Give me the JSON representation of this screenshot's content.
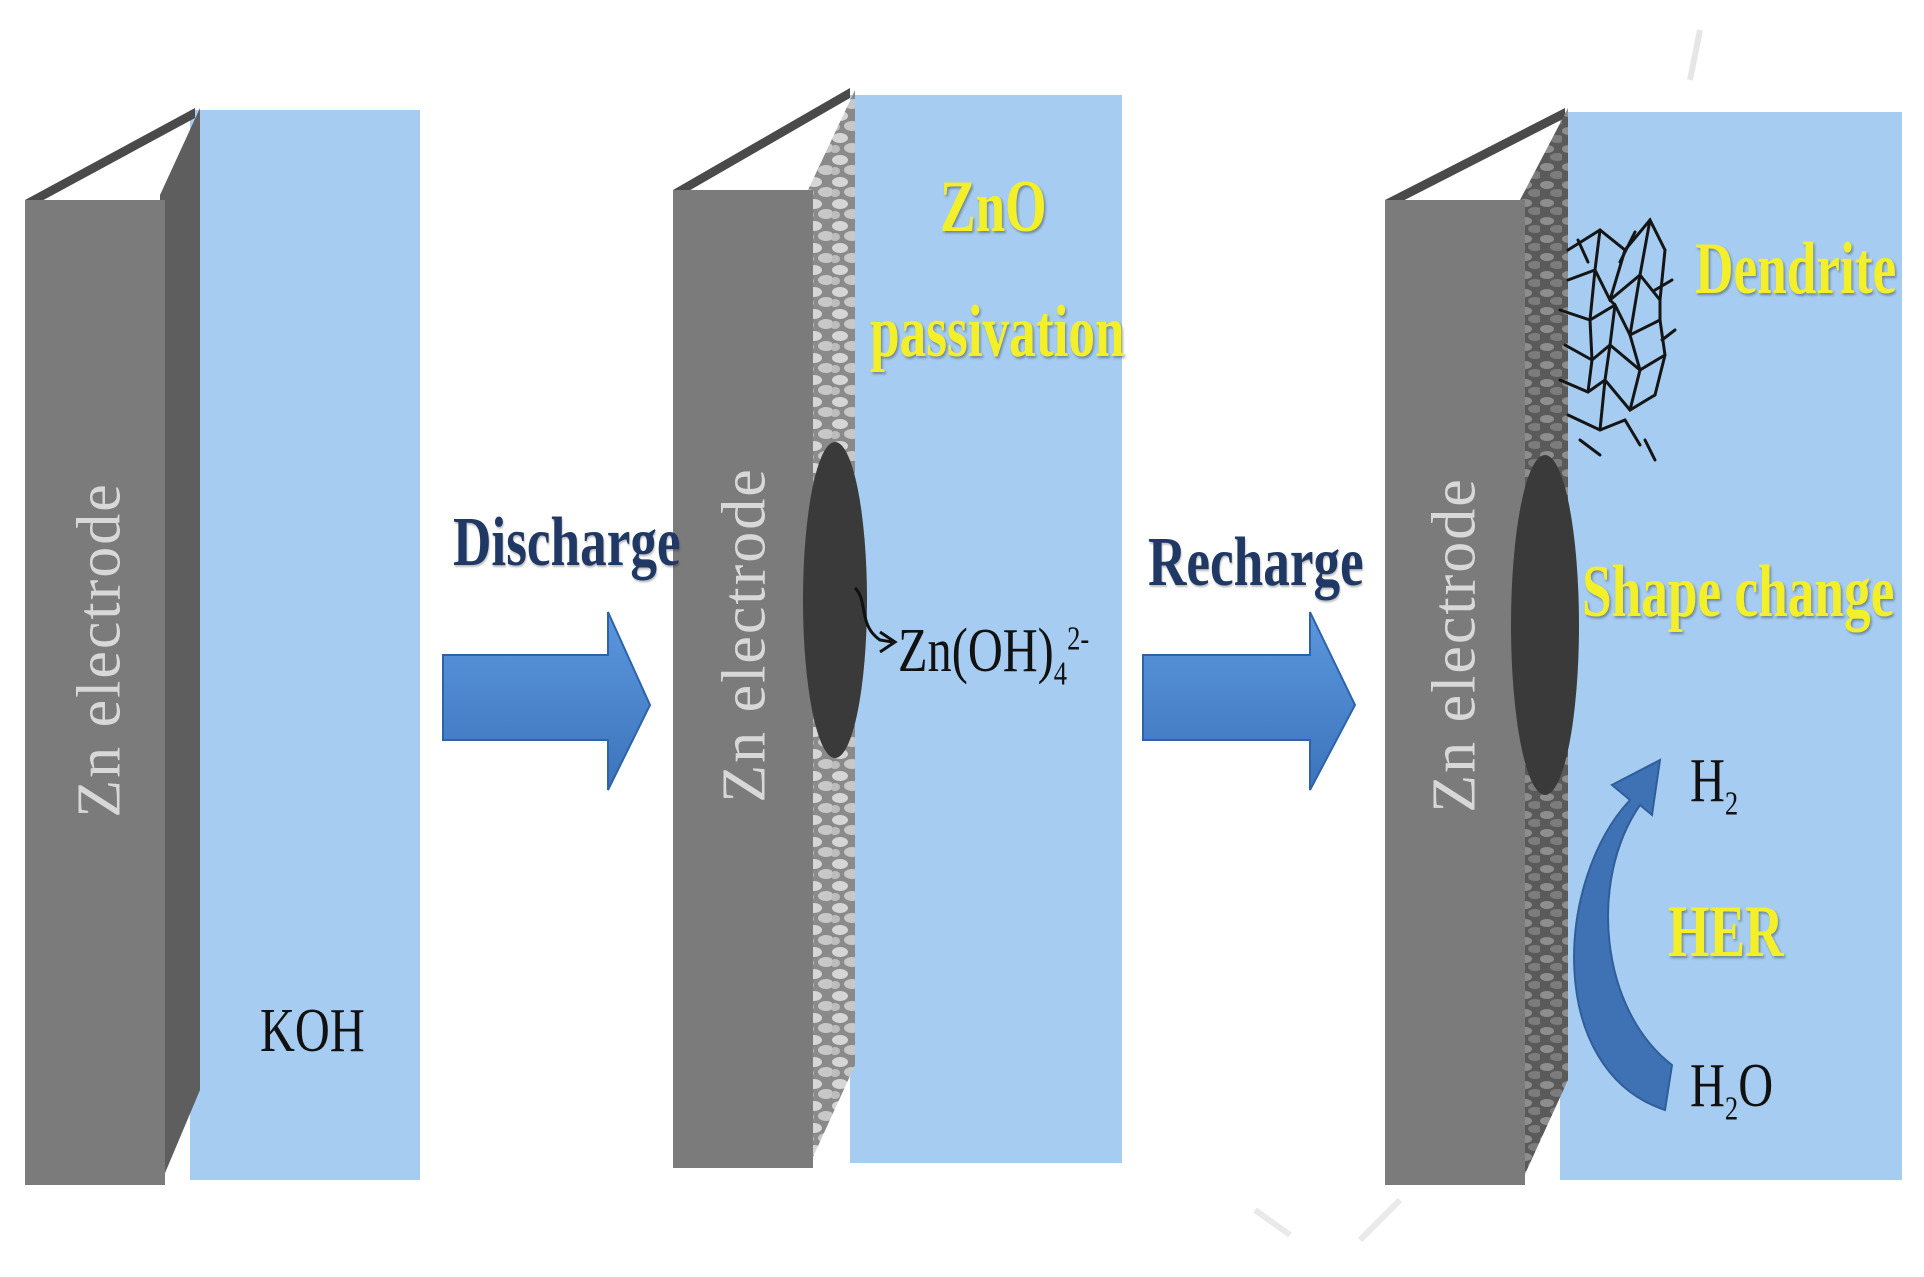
{
  "panels": [
    {
      "electrode_label": "Zn electrode",
      "electrolyte_label": "KOH"
    },
    {
      "electrode_label": "Zn electrode",
      "surface_label_line1": "ZnO",
      "surface_label_line2": "passivation",
      "product_label": "Zn(OH)",
      "product_sub": "4",
      "product_sup": "2-"
    },
    {
      "electrode_label": "Zn electrode",
      "issue1": "Dendrite",
      "issue2": "Shape change",
      "issue3": "HER",
      "gas_label": "H",
      "gas_sub": "2",
      "water_label_a": "H",
      "water_sub": "2",
      "water_label_b": "O"
    }
  ],
  "steps": [
    {
      "label": "Discharge"
    },
    {
      "label": "Recharge"
    }
  ],
  "colors": {
    "electrolyte": "#a6cdf1",
    "electrode_front": "#7b7b7b",
    "electrode_side": "#5e5e5e",
    "electrode_top": "#4a4a4a",
    "step_arrow": "#4a86cf",
    "step_label": "#1f3864",
    "highlight_label": "#f3f02a"
  }
}
